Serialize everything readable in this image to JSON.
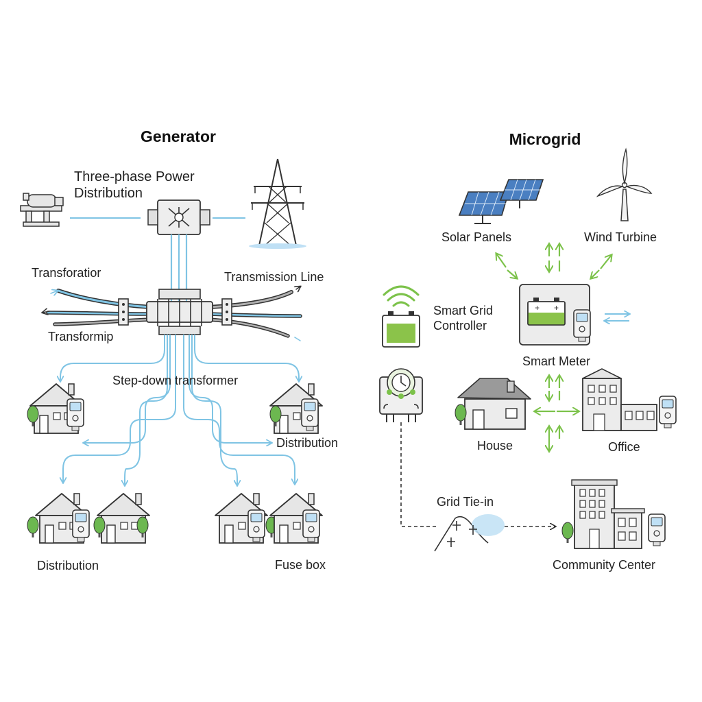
{
  "left_panel": {
    "title": "Generator",
    "labels": {
      "three_phase": "Three-phase Power\nDistribution",
      "transforatior": "Transforatior",
      "transmission_line": "Transmission Line",
      "transformip": "Transformip",
      "step_down": "Step-down transformer",
      "distribution_right": "Distribution",
      "distribution_bottom": "Distribution",
      "fuse_box": "Fuse box"
    }
  },
  "right_panel": {
    "title": "Microgrid",
    "labels": {
      "solar_panels": "Solar Panels",
      "wind_turbine": "Wind Turbine",
      "smart_grid_controller": "Smart Grid\nController",
      "smart_meter": "Smart Meter",
      "house": "House",
      "office": "Office",
      "grid_tie_in": "Grid Tie-in",
      "community_center": "Community Center"
    }
  },
  "colors": {
    "line_blue": "#7fc4e4",
    "arrow_green": "#7cc24a",
    "battery_green": "#8bc34a",
    "building_fill": "#e6e6e6",
    "outline": "#333333",
    "screen_blue": "#bfe0f5",
    "tree_green": "#6cb850"
  }
}
